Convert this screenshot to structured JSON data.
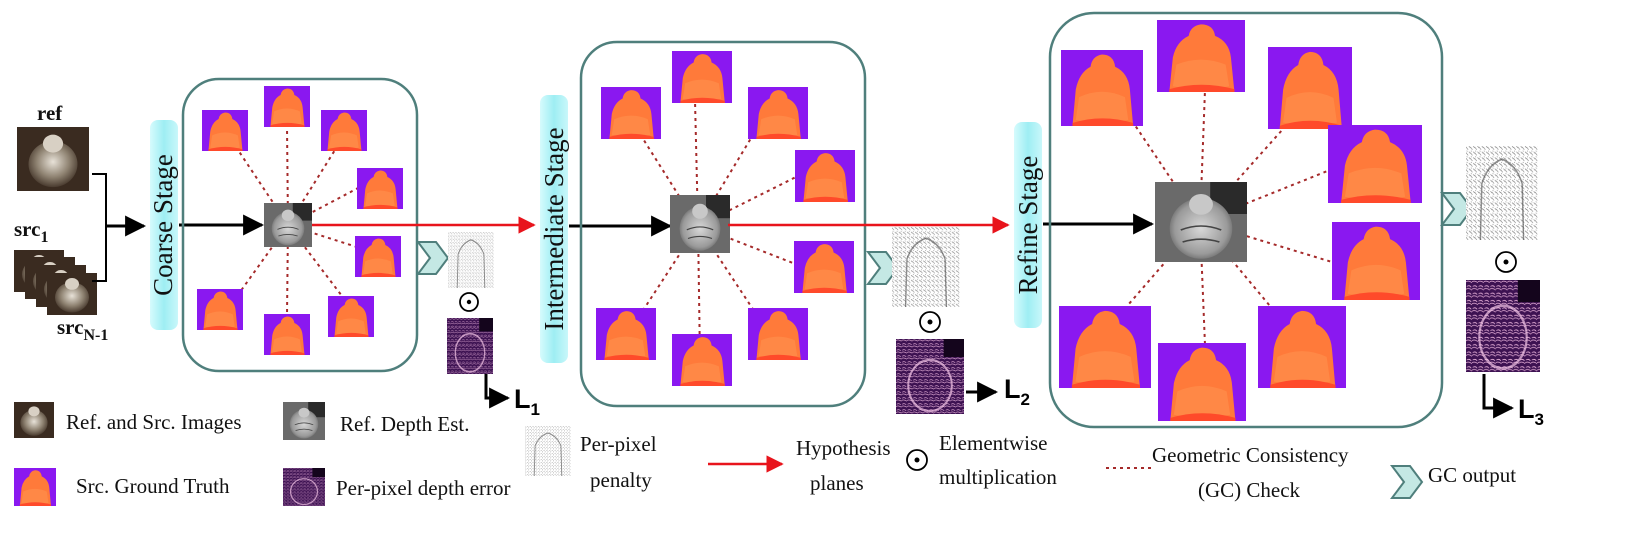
{
  "inputs": {
    "ref_label": "ref",
    "src1_label": "src",
    "src1_sub": "1",
    "srcN_label": "src",
    "srcN_sub": "N-1"
  },
  "stages": {
    "coarse": "Coarse Stage",
    "intermediate": "Intermediate Stage",
    "refine": "Refine Stage"
  },
  "losses": {
    "l1": "L",
    "l1_sub": "1",
    "l2": "L",
    "l2_sub": "2",
    "l3": "L",
    "l3_sub": "3"
  },
  "operator_symbol": "⊙",
  "legend": {
    "ref_src_images": "Ref. and Src. Images",
    "ref_depth_est": "Ref. Depth Est.",
    "src_ground_truth": "Src. Ground Truth",
    "per_pixel_depth_error": "Per-pixel depth error",
    "per_pixel_penalty_1": "Per-pixel",
    "per_pixel_penalty_2": "penalty",
    "hypothesis_1": "Hypothesis",
    "hypothesis_2": "planes",
    "elementwise_1": "Elementwise",
    "elementwise_2": "multiplication",
    "gc_check_1": "Geometric Consistency",
    "gc_check_2": "(GC) Check",
    "gc_output": "GC output"
  },
  "colors": {
    "panel_border": "#4f7f7c",
    "stage_bar": "#a8f0f4",
    "hypothesis_arrow": "#e8141c",
    "gc_line": "#a52a2a",
    "gt_background": "#8a18f0",
    "gt_blob": "#ff7a3a",
    "error_map": "#4a1a5a"
  },
  "icons": {
    "gc_output": "chevron-arrow-icon",
    "elementwise": "circled-dot-icon"
  }
}
